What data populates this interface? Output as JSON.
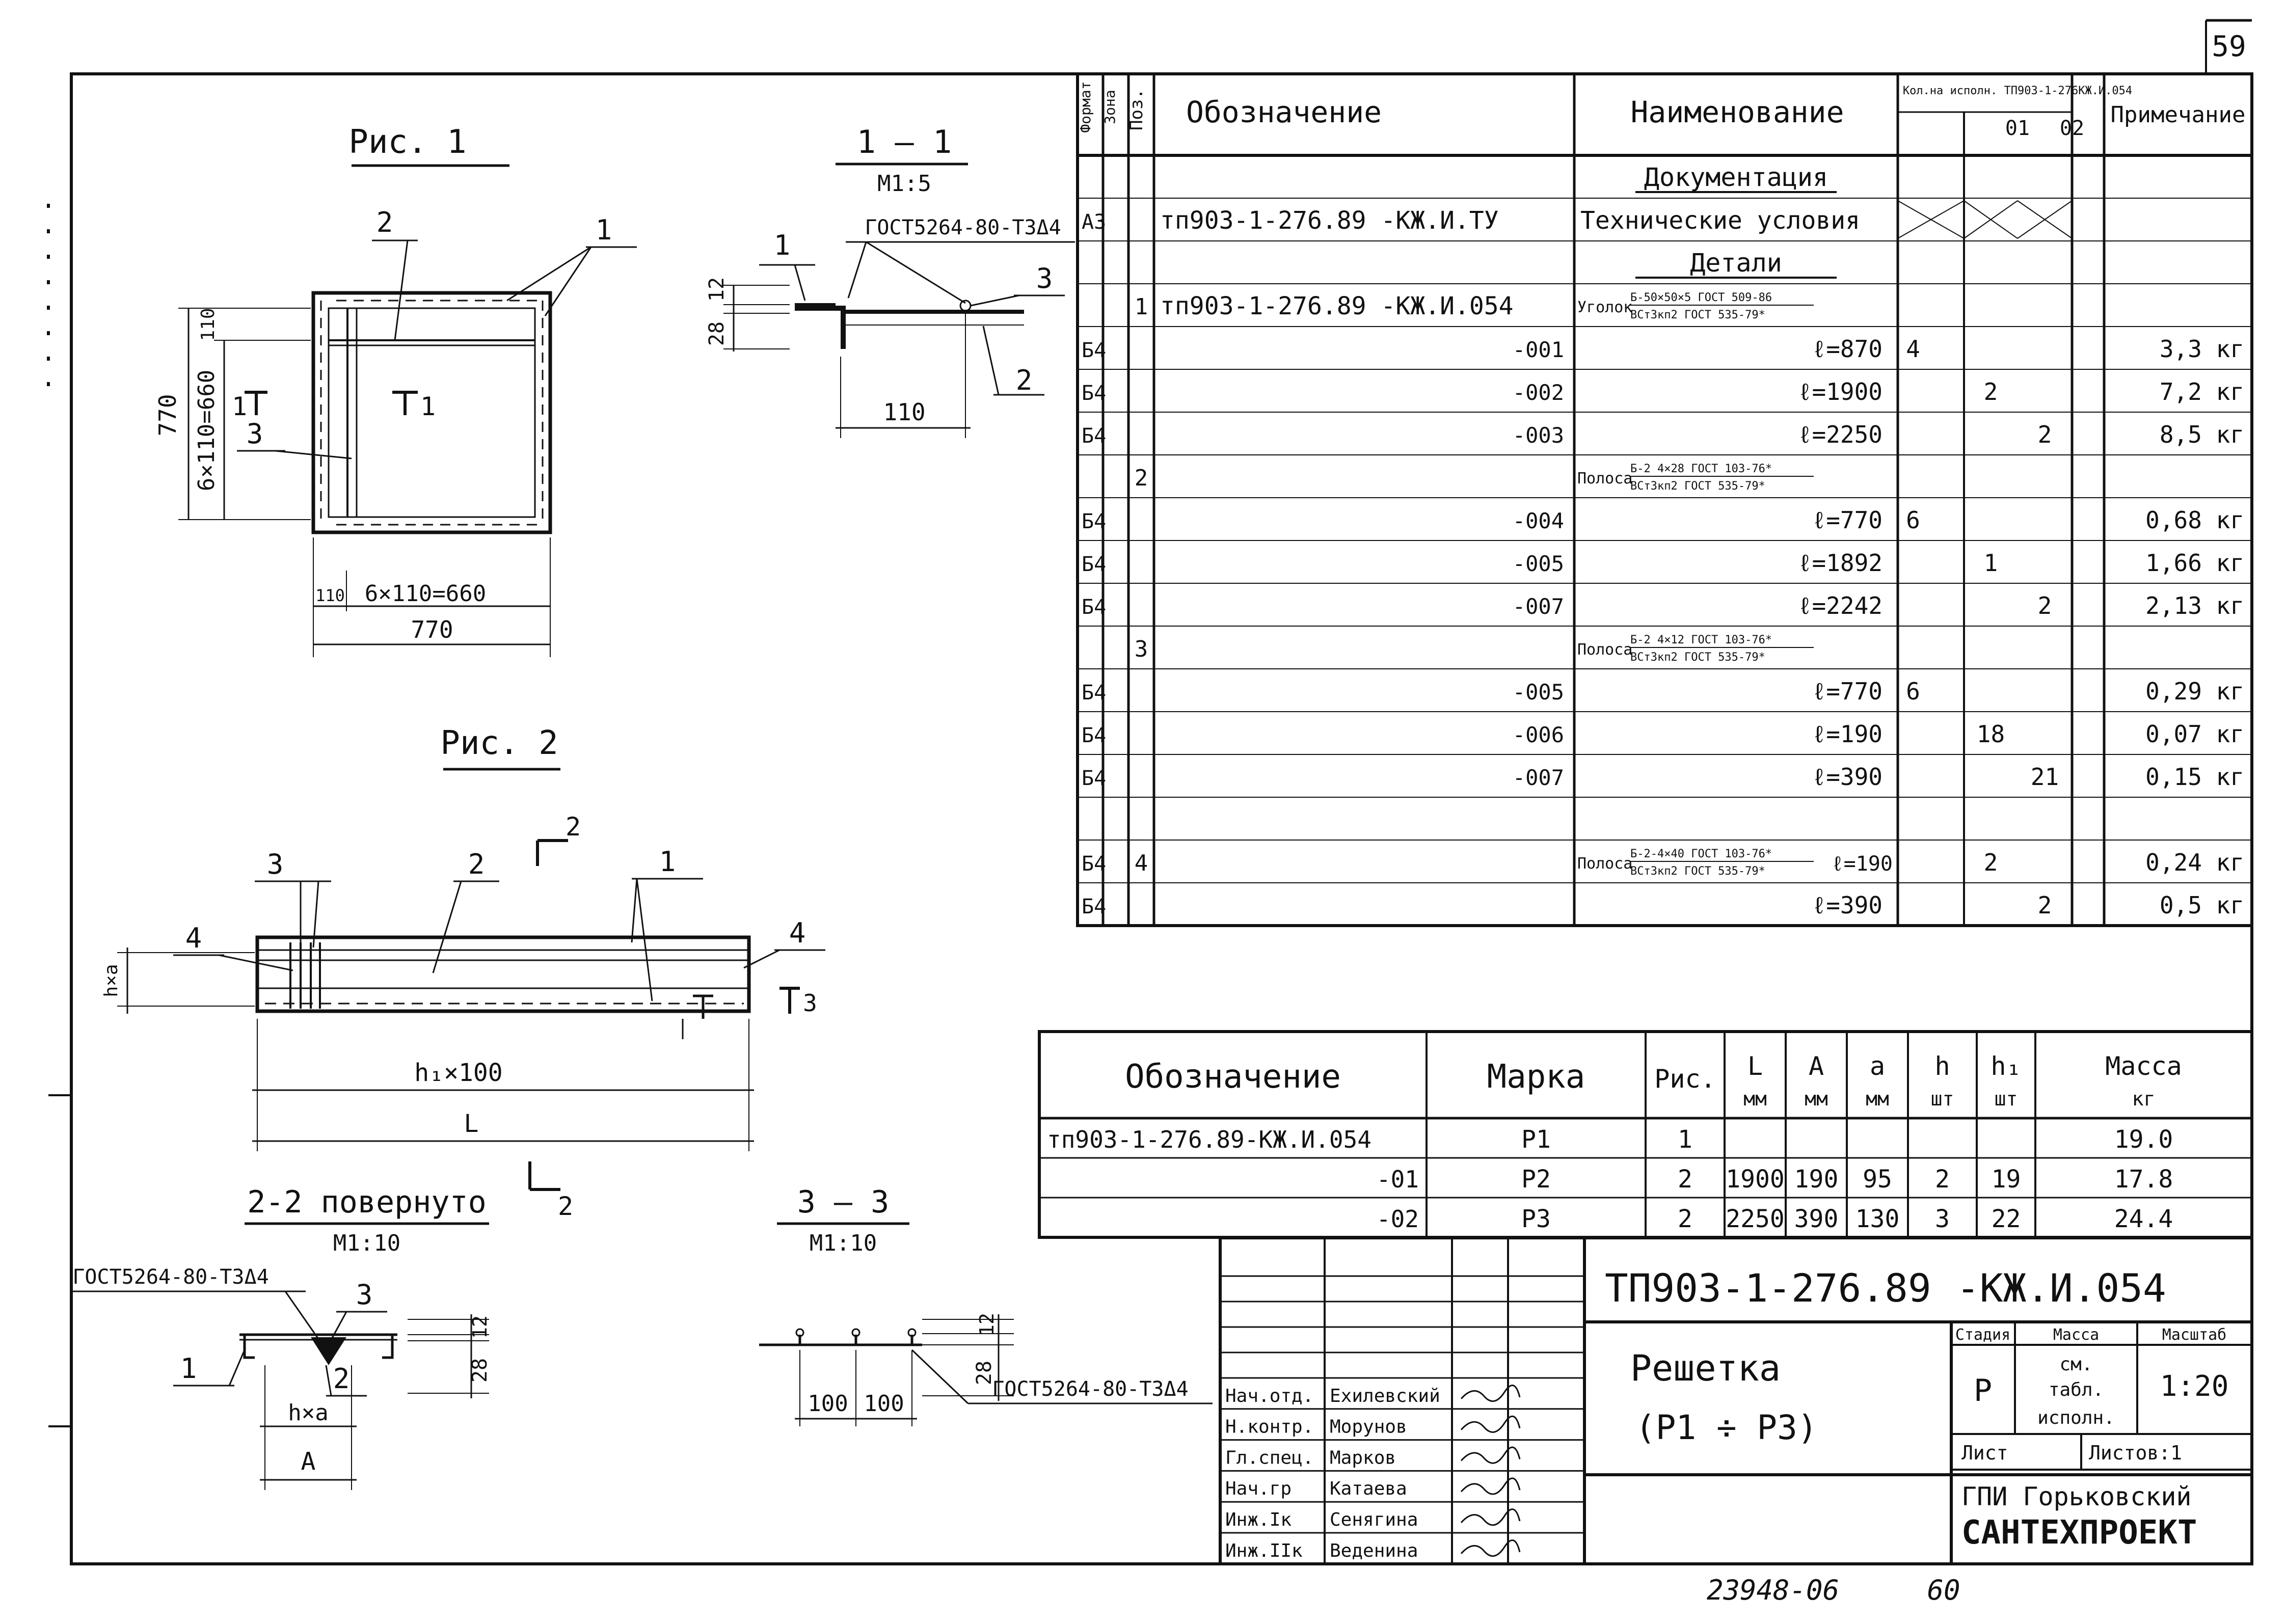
{
  "sheet": {
    "sheet_number": "59",
    "archive_number": "23948-06",
    "page_number": "60"
  },
  "fig1": {
    "title": "Рис. 1",
    "dim_height_total": "770",
    "dim_height_pitch": "6×110=660",
    "dim_top_offset": "110",
    "dim_width_pitch": "6×110=660",
    "dim_width_offset": "110",
    "dim_width_total": "770",
    "leader_1": "1",
    "leader_2": "2",
    "leader_3": "3",
    "section_mark_left": "1",
    "section_mark_right": "1"
  },
  "sec11": {
    "title": "1 — 1",
    "scale": "М1:5",
    "weld_note": "ГОСТ5264-80-Т3Δ4",
    "dim_12": "12",
    "dim_28": "28",
    "dim_110": "110",
    "leader_1": "1",
    "leader_2": "2",
    "leader_3": "3"
  },
  "fig2": {
    "title": "Рис. 2",
    "section_mark_2": "2",
    "section_mark_3": "3",
    "leader_1": "1",
    "leader_2": "2",
    "leader_3": "3",
    "leader_4_left": "4",
    "leader_4_right": "4",
    "dim_h_left": "h×a",
    "dim_h1": "h₁×100",
    "dim_L": "L"
  },
  "sec22": {
    "title": "2-2 повернуто",
    "scale": "М1:10",
    "weld_note": "ГОСТ5264-80-Т3Δ4",
    "leader_1": "1",
    "leader_2": "2",
    "leader_3": "3",
    "dim_12": "12",
    "dim_28": "28",
    "dim_hxa": "h×a",
    "dim_A": "А",
    "section_mark_2": "2"
  },
  "sec33": {
    "title": "3 — 3",
    "scale": "М1:10",
    "weld_note": "ГОСТ5264-80-Т3Δ4",
    "dim_12": "12",
    "dim_28": "28",
    "dim_100a": "100",
    "dim_100b": "100",
    "section_mark_3": "3"
  },
  "spec": {
    "headers": {
      "format": "Формат",
      "zone": "Зона",
      "pos": "Поз.",
      "designation": "Обозначение",
      "name": "Наименование",
      "qty_title": "Кол.на исполн. ТП903-1-276КЖ.И.054",
      "qty_01": "01",
      "qty_02": "02",
      "note": "Примечание"
    },
    "rows": [
      {
        "format": "",
        "pos": "",
        "designation": "",
        "name": "Документация",
        "name_sub": "",
        "q0": "",
        "q1": "",
        "q2": "",
        "note": "",
        "kind": "section"
      },
      {
        "format": "А3",
        "pos": "",
        "designation": "тп903-1-276.89  -КЖ.И.ТУ",
        "name": "Технические условия",
        "name_sub": "",
        "q0": "",
        "q1": "",
        "q2": "",
        "note": "",
        "kind": "crossed"
      },
      {
        "format": "",
        "pos": "",
        "designation": "",
        "name": "Детали",
        "name_sub": "",
        "q0": "",
        "q1": "",
        "q2": "",
        "note": "",
        "kind": "section"
      },
      {
        "format": "",
        "pos": "1",
        "designation": "тп903-1-276.89  -КЖ.И.054",
        "name": "Уголок",
        "name_sub": "Б-50×50×5 ГОСТ 509-86 / ВСт3кп2 ГОСТ 535-79*",
        "q0": "",
        "q1": "",
        "q2": "",
        "note": "",
        "kind": "material"
      },
      {
        "format": "Б4",
        "pos": "",
        "designation": "-001",
        "name": "ℓ=870",
        "name_sub": "",
        "q0": "4",
        "q1": "",
        "q2": "",
        "note": "3,3 кг",
        "kind": "item"
      },
      {
        "format": "Б4",
        "pos": "",
        "designation": "-002",
        "name": "ℓ=1900",
        "name_sub": "",
        "q0": "",
        "q1": "2",
        "q2": "",
        "note": "7,2 кг",
        "kind": "item"
      },
      {
        "format": "Б4",
        "pos": "",
        "designation": "-003",
        "name": "ℓ=2250",
        "name_sub": "",
        "q0": "",
        "q1": "",
        "q2": "2",
        "note": "8,5 кг",
        "kind": "item"
      },
      {
        "format": "",
        "pos": "2",
        "designation": "",
        "name": "Полоса",
        "name_sub": "Б-2 4×28 ГОСТ 103-76* / ВСт3кп2 ГОСТ 535-79*",
        "q0": "",
        "q1": "",
        "q2": "",
        "note": "",
        "kind": "material"
      },
      {
        "format": "Б4",
        "pos": "",
        "designation": "-004",
        "name": "ℓ=770",
        "name_sub": "",
        "q0": "6",
        "q1": "",
        "q2": "",
        "note": "0,68 кг",
        "kind": "item"
      },
      {
        "format": "Б4",
        "pos": "",
        "designation": "-005",
        "name": "ℓ=1892",
        "name_sub": "",
        "q0": "",
        "q1": "1",
        "q2": "",
        "note": "1,66 кг",
        "kind": "item"
      },
      {
        "format": "Б4",
        "pos": "",
        "designation": "-007",
        "name": "ℓ=2242",
        "name_sub": "",
        "q0": "",
        "q1": "",
        "q2": "2",
        "note": "2,13 кг",
        "kind": "item"
      },
      {
        "format": "",
        "pos": "3",
        "designation": "",
        "name": "Полоса",
        "name_sub": "Б-2 4×12 ГОСТ 103-76* / ВСт3кп2 ГОСТ 535-79*",
        "q0": "",
        "q1": "",
        "q2": "",
        "note": "",
        "kind": "material"
      },
      {
        "format": "Б4",
        "pos": "",
        "designation": "-005",
        "name": "ℓ=770",
        "name_sub": "",
        "q0": "6",
        "q1": "",
        "q2": "",
        "note": "0,29 кг",
        "kind": "item"
      },
      {
        "format": "Б4",
        "pos": "",
        "designation": "-006",
        "name": "ℓ=190",
        "name_sub": "",
        "q0": "",
        "q1": "18",
        "q2": "",
        "note": "0,07 кг",
        "kind": "item"
      },
      {
        "format": "Б4",
        "pos": "",
        "designation": "-007",
        "name": "ℓ=390",
        "name_sub": "",
        "q0": "",
        "q1": "",
        "q2": "21",
        "note": "0,15 кг",
        "kind": "item"
      },
      {
        "format": "",
        "pos": "",
        "designation": "",
        "name": "",
        "name_sub": "",
        "q0": "",
        "q1": "",
        "q2": "",
        "note": "",
        "kind": "blank"
      },
      {
        "format": "Б4",
        "pos": "4",
        "designation": "",
        "name": "Полоса",
        "name_sub": "Б-2-4×40 ГОСТ 103-76* / ВСт3кп2 ГОСТ 535-79*",
        "name_len": "ℓ=190",
        "q0": "",
        "q1": "2",
        "q2": "",
        "note": "0,24 кг",
        "kind": "material"
      },
      {
        "format": "Б4",
        "pos": "",
        "designation": "",
        "name": "ℓ=390",
        "name_sub": "",
        "q0": "",
        "q1": "",
        "q2": "2",
        "note": "0,5 кг",
        "kind": "item"
      }
    ]
  },
  "marks": {
    "headers": [
      {
        "top": "Обозначение",
        "bottom": ""
      },
      {
        "top": "Марка",
        "bottom": ""
      },
      {
        "top": "Рис.",
        "bottom": ""
      },
      {
        "top": "L",
        "bottom": "мм"
      },
      {
        "top": "А",
        "bottom": "мм"
      },
      {
        "top": "а",
        "bottom": "мм"
      },
      {
        "top": "h",
        "bottom": "шт"
      },
      {
        "top": "h₁",
        "bottom": "шт"
      },
      {
        "top": "Масса",
        "bottom": "кг"
      }
    ],
    "rows": [
      [
        "тп903-1-276.89-КЖ.И.054",
        "Р1",
        "1",
        "",
        "",
        "",
        "",
        "",
        "19.0"
      ],
      [
        "-01",
        "Р2",
        "2",
        "1900",
        "190",
        "95",
        "2",
        "19",
        "17.8"
      ],
      [
        "-02",
        "Р3",
        "2",
        "2250",
        "390",
        "130",
        "3",
        "22",
        "24.4"
      ]
    ]
  },
  "title_block": {
    "doc_code": "ТП903-1-276.89",
    "doc_suffix": "-КЖ.И.054",
    "title_line1": "Решетка",
    "title_line2": "(Р1 ÷ Р3)",
    "stage_label": "Стадия",
    "mass_label": "Масса",
    "scale_label": "Масштаб",
    "stage_value": "Р",
    "mass_value_1": "см.",
    "mass_value_2": "табл.",
    "mass_value_3": "исполн.",
    "scale_value": "1:20",
    "sheet_label": "Лист",
    "sheets_label": "Листов:1",
    "org_line1": "ГПИ Горьковский",
    "org_line2": "САНТЕХПРОЕКТ",
    "signers": [
      {
        "role": "Нач.отд.",
        "name": "Ехилевский"
      },
      {
        "role": "Н.контр.",
        "name": "Морунов"
      },
      {
        "role": "Гл.спец.",
        "name": "Марков"
      },
      {
        "role": "Нач.гр",
        "name": "Катаева"
      },
      {
        "role": "Инж.Iк",
        "name": "Сенягина"
      },
      {
        "role": "Инж.IIк",
        "name": "Веденина"
      }
    ]
  }
}
